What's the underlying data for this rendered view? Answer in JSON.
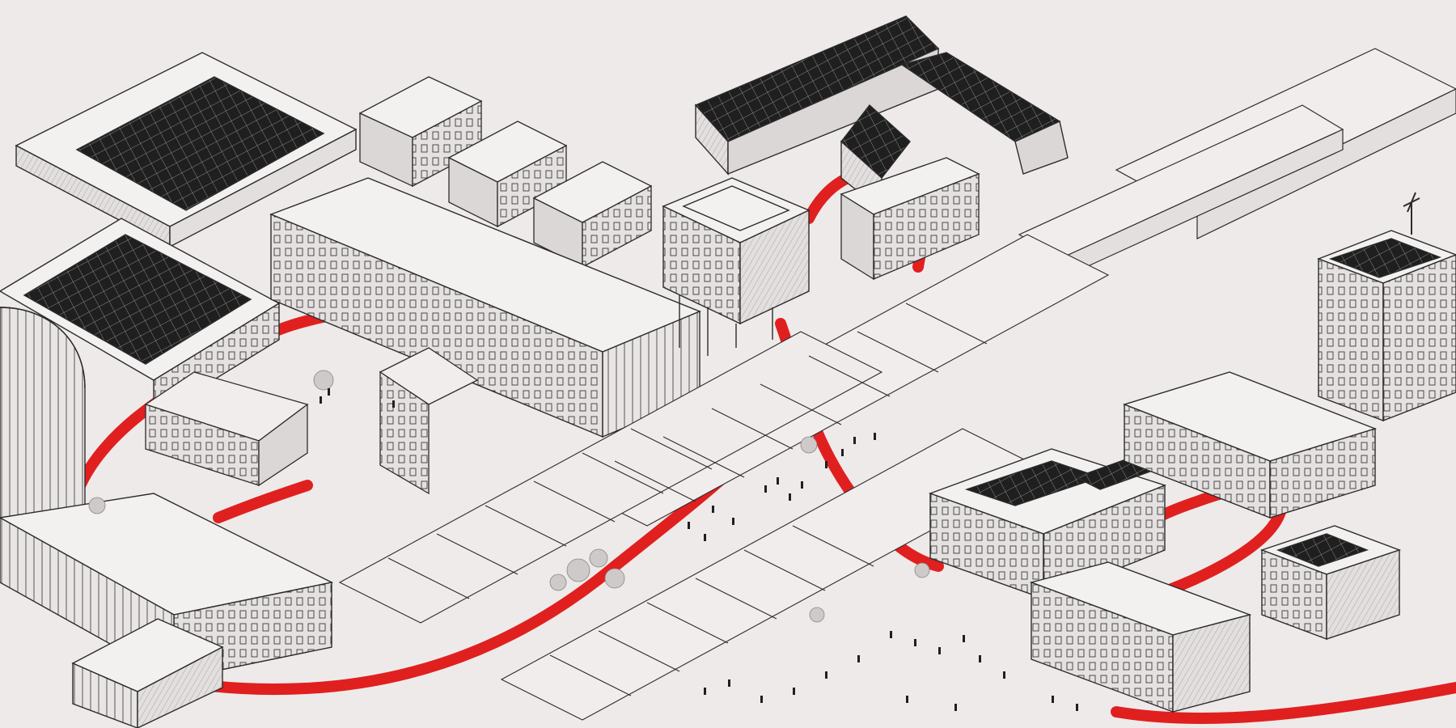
{
  "scene": {
    "background": "#eeeaea",
    "ink": "#2b2b2b",
    "route_color": "#e0201f",
    "solar_color": "#1f1f1f",
    "wall_shade": "#dcd7d7",
    "roof_light": "#f3f0f0",
    "icons": {
      "route": "red-route-path",
      "solar": "solar-panel-roof",
      "people": "pedestrian-figure",
      "tree": "tree-canopy",
      "turbine": "wind-turbine"
    }
  }
}
